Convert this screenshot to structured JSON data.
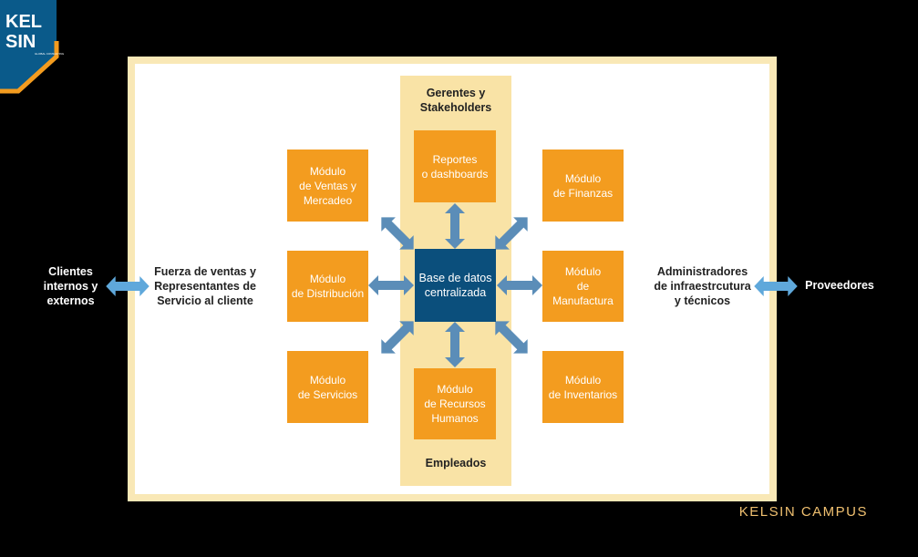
{
  "logo": {
    "text_line1": "KEL",
    "text_line2": "SIN",
    "subtext": "GLOBAL CONSULTING"
  },
  "diagram": {
    "top_label": "Gerentes y\nStakeholders",
    "bottom_label": "Empleados",
    "center": "Base de datos\ncentralizada",
    "modules": {
      "ventas": "Módulo\nde Ventas y\nMercadeo",
      "reportes": "Reportes\no dashboards",
      "finanzas": "Módulo\nde Finanzas",
      "distribucion": "Módulo\nde Distribución",
      "manufactura": "Módulo\nde Manufactura",
      "servicios": "Módulo\nde Servicios",
      "rrhh": "Módulo\nde Recursos\nHumanos",
      "inventarios": "Módulo\nde Inventarios"
    },
    "left_inner": "Fuerza de ventas y\nRepresentantes de\nServicio al cliente",
    "left_outer": "Clientes\ninternos y\nexternos",
    "right_inner": "Administradores\nde infraestrcutura\ny técnicos",
    "right_outer": "Proveedores"
  },
  "footer": {
    "brand": "KELSIN CAMPUS"
  },
  "colors": {
    "module": "#f39c1f",
    "center": "#0b4f7c",
    "arrow": "#5b8db8",
    "outer_arrow": "#5fa8db",
    "frame": "#f9e8b6"
  }
}
